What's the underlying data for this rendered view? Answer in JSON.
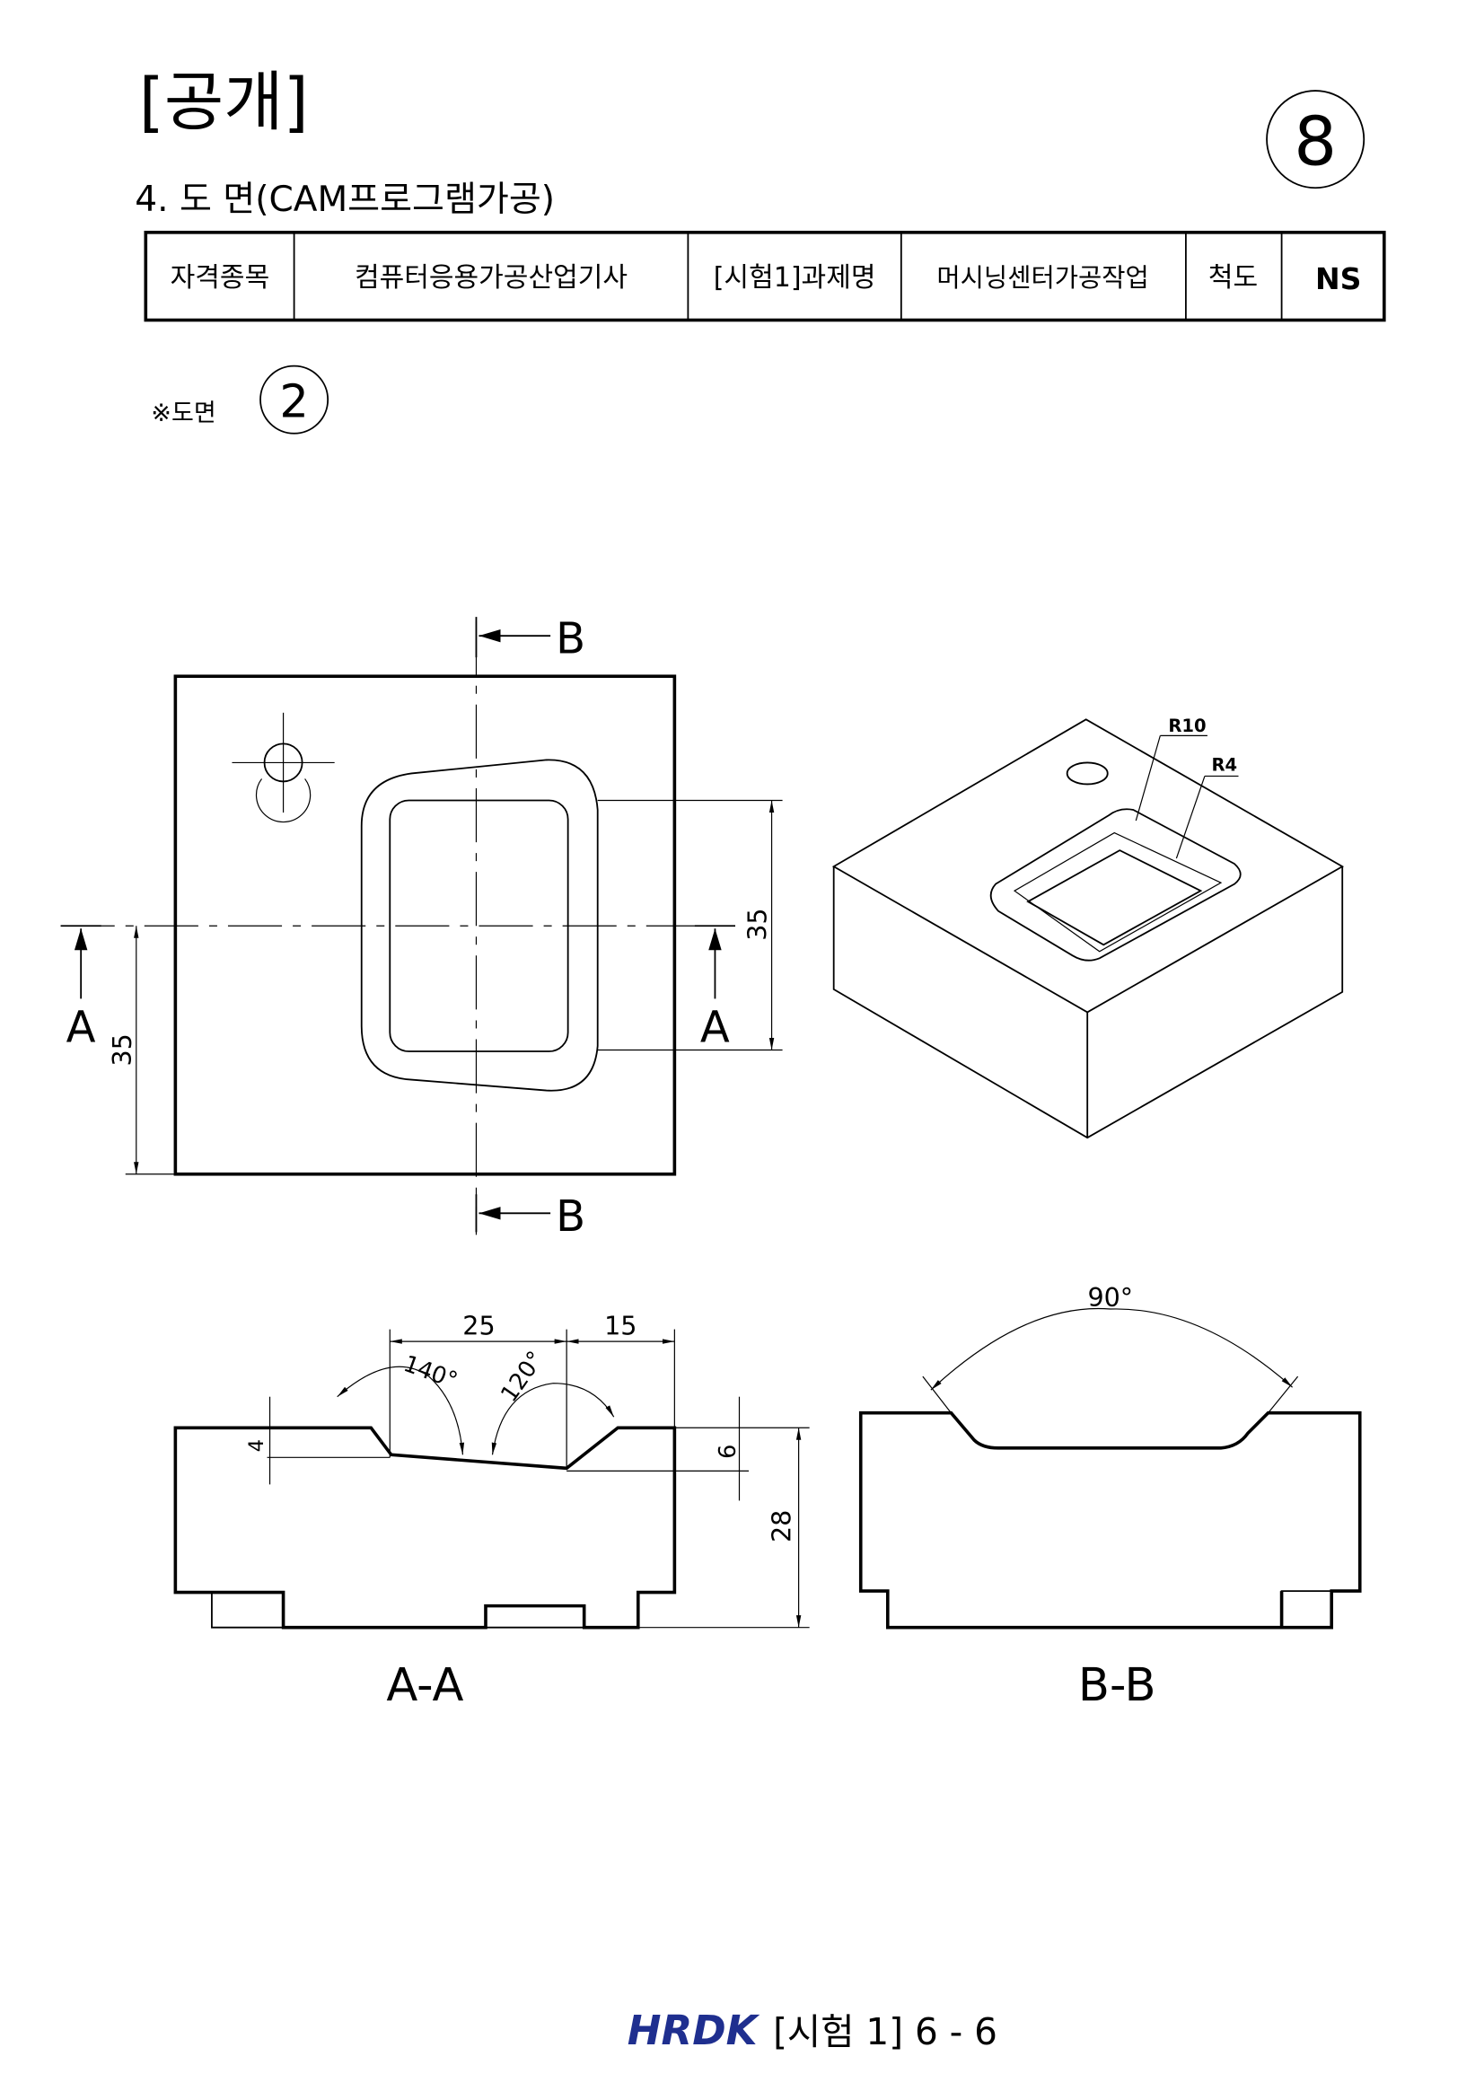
{
  "header": {
    "title": "[공개]",
    "sheet_number": "8",
    "subtitle": "4. 도 면(CAM프로그램가공)"
  },
  "info_table": {
    "cells": [
      "자격종목",
      "컴퓨터응용가공산업기사",
      "[시험1]과제명",
      "머시닝센터가공작업",
      "척도",
      "NS"
    ]
  },
  "drawing_ref": {
    "label": "※도면",
    "number": "2"
  },
  "top_view": {
    "section_b": "B",
    "section_a": "A",
    "dim_right": "35",
    "dim_left": "35"
  },
  "iso_view": {
    "r_large": "R10",
    "r_small": "R4"
  },
  "section_aa": {
    "label": "A-A",
    "dim_25": "25",
    "dim_15": "15",
    "angle_140": "140°",
    "angle_120": "120°",
    "dim_4": "4",
    "dim_6": "6",
    "dim_28": "28"
  },
  "section_bb": {
    "label": "B-B",
    "angle_90": "90°"
  },
  "footer": {
    "logo": "HRDK",
    "page_text": "[시험 1] 6 - 6",
    "logo_color": "#1f2f8f"
  }
}
